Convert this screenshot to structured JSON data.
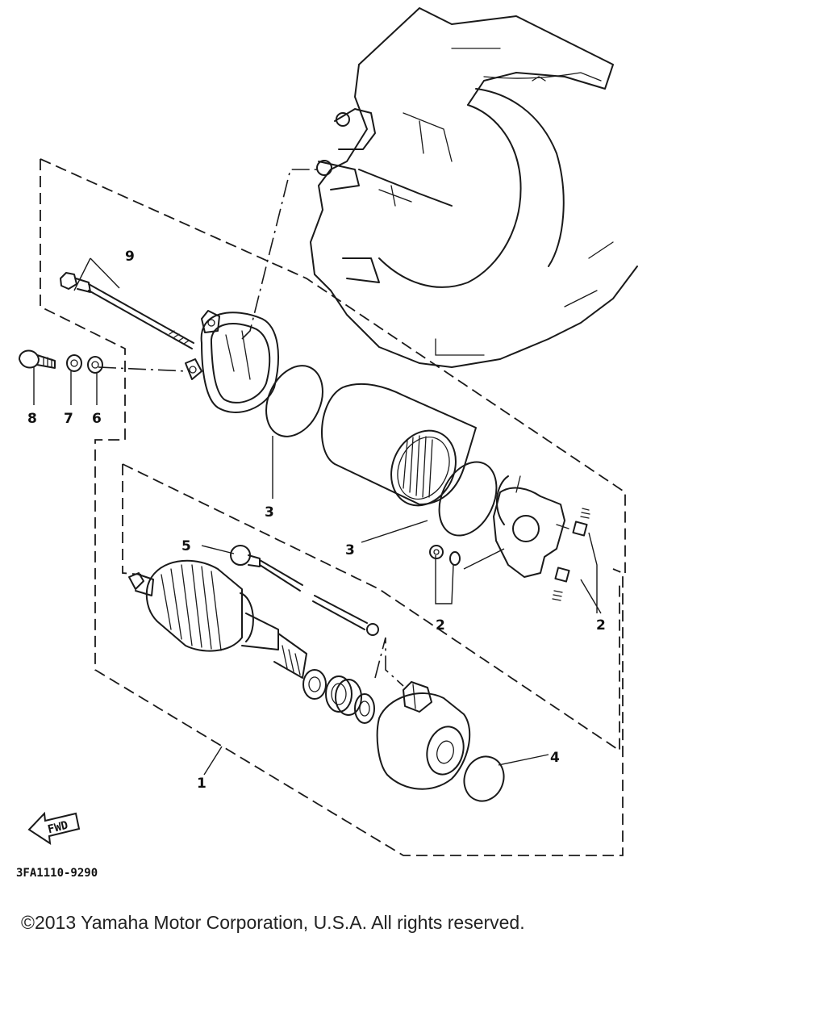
{
  "diagram": {
    "drawing_code": "3FA1110-9290",
    "fwd_label": "FWD",
    "callouts": [
      {
        "id": "c1",
        "label": "1"
      },
      {
        "id": "c2a",
        "label": "2"
      },
      {
        "id": "c2b",
        "label": "2"
      },
      {
        "id": "c3a",
        "label": "3"
      },
      {
        "id": "c3b",
        "label": "3"
      },
      {
        "id": "c4",
        "label": "4"
      },
      {
        "id": "c5",
        "label": "5"
      },
      {
        "id": "c6",
        "label": "6"
      },
      {
        "id": "c7",
        "label": "7"
      },
      {
        "id": "c8",
        "label": "8"
      },
      {
        "id": "c9",
        "label": "9"
      }
    ]
  },
  "footer": {
    "copyright": "©2013 Yamaha Motor Corporation, U.S.A. All rights reserved."
  }
}
